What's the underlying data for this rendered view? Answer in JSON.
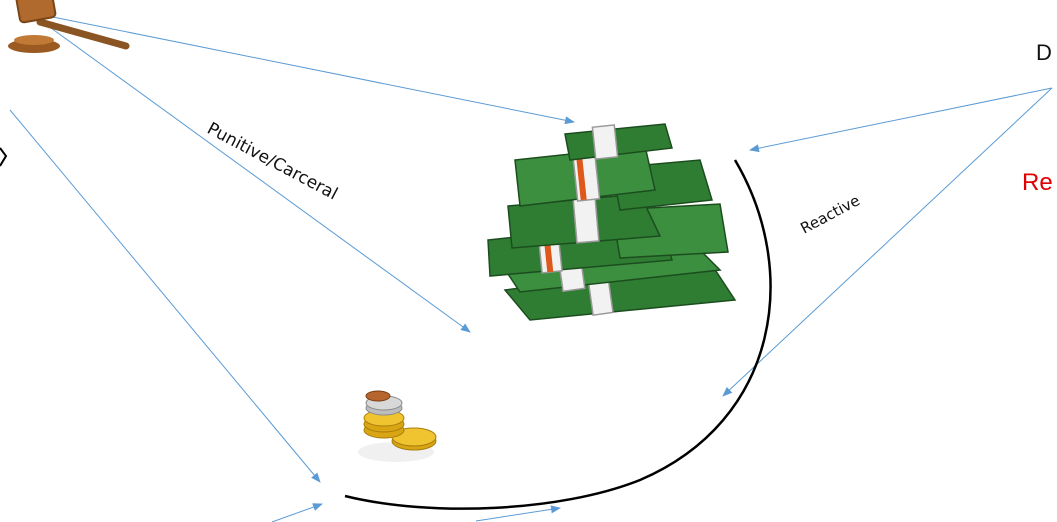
{
  "labels": {
    "punitive": "Punitive/Carceral",
    "reactive": "Reactive",
    "top_right_partial": "D",
    "right_partial_red": "Re"
  },
  "colors": {
    "arrow_blue": "#5b9bd5",
    "curve_black": "#000000",
    "accent_red": "#e00000",
    "cash_green": "#2f7d32",
    "band_white": "#f2f2f2",
    "band_orange": "#e0571b",
    "gavel_wood": "#a0652c",
    "coin_gold": "#e8b51e",
    "coin_silver": "#c8c8c8"
  }
}
